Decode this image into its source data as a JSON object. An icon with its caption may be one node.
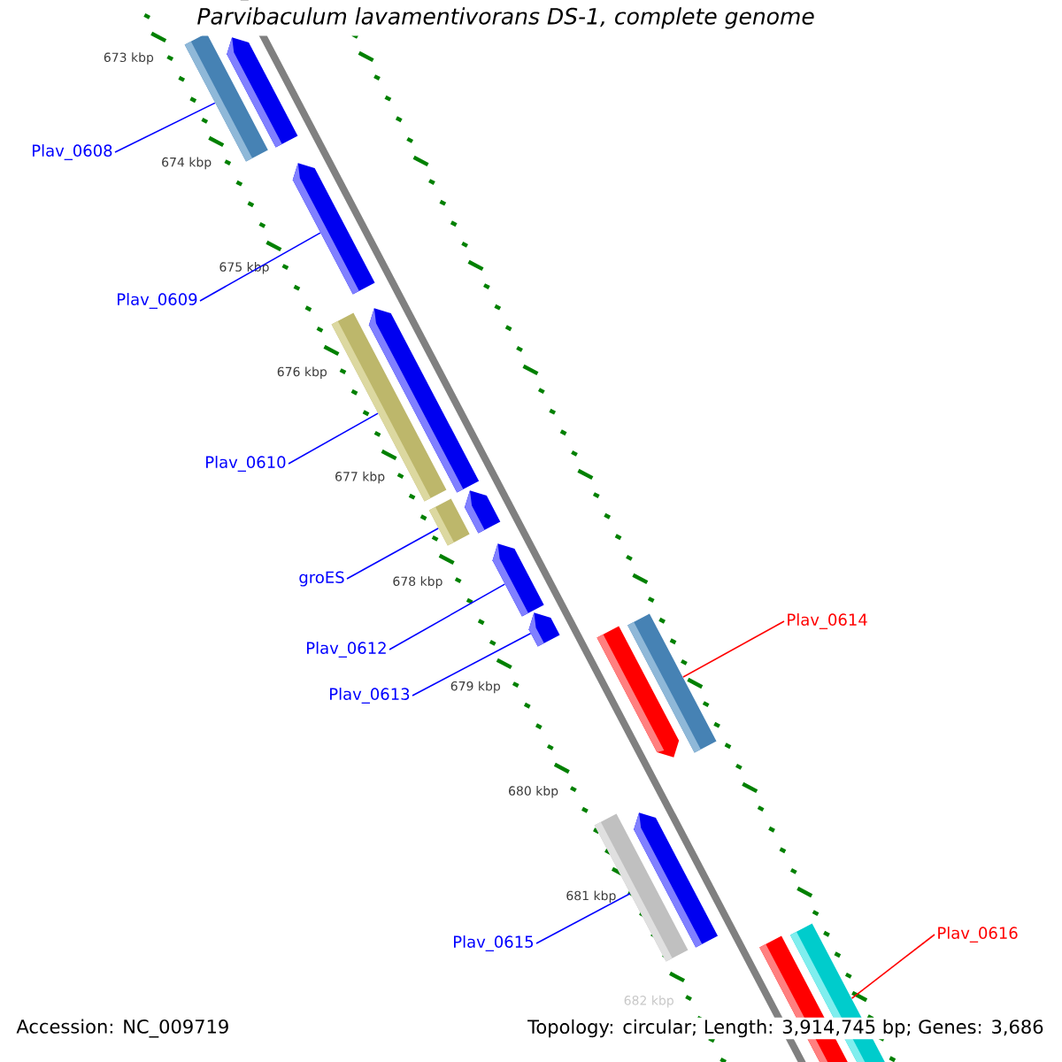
{
  "diagram": {
    "title": "Parvibaculum lavamentivorans DS-1, complete genome",
    "nodes": [
      {
        "text": [
          "Plav_0608"
        ]
      },
      {
        "text": [
          "Plav_0609"
        ]
      },
      {
        "text": [
          "Plav_0610"
        ]
      },
      {
        "text": [
          "groES"
        ]
      },
      {
        "text": [
          "Plav_0614"
        ]
      },
      {
        "text": [
          "Plav_0612"
        ]
      },
      {
        "text": [
          "Plav_0613"
        ]
      },
      {
        "text": [
          "Plav_0616"
        ]
      },
      {
        "text": [
          "Plav_0615"
        ]
      },
      {
        "text": [],
        "shape": "pentagon"
      },
      {
        "text": [],
        "shape": "bar"
      },
      {
        "text": [],
        "shape": "pentagon"
      },
      {
        "text": [],
        "shape": "pentagon"
      },
      {
        "text": [],
        "shape": "bar"
      },
      {
        "text": [],
        "shape": "pentagon"
      },
      {
        "text": [],
        "shape": "bar"
      },
      {
        "text": [],
        "shape": "pentagon"
      },
      {
        "text": [],
        "shape": "pentagon"
      },
      {
        "text": [],
        "shape": "pentagon"
      },
      {
        "text": [],
        "shape": "bar"
      },
      {
        "text": [],
        "shape": "pentagon"
      },
      {
        "text": [],
        "shape": "bar"
      },
      {
        "text": [],
        "shape": "pentagon"
      },
      {
        "text": [],
        "shape": "bar"
      }
    ],
    "edges": [
      {
        "from": 0,
        "to": 10,
        "arrow": "none"
      },
      {
        "from": 1,
        "to": 11,
        "arrow": "none"
      },
      {
        "from": 2,
        "to": 13,
        "arrow": "none"
      },
      {
        "from": 3,
        "to": 15,
        "arrow": "none"
      },
      {
        "from": 4,
        "to": 19,
        "arrow": "none",
        "color": "#ff0000"
      },
      {
        "from": 5,
        "to": 16,
        "arrow": "none"
      },
      {
        "from": 6,
        "to": 17,
        "arrow": "none"
      },
      {
        "from": 7,
        "to": 23,
        "arrow": "none",
        "color": "#ff0000"
      },
      {
        "from": 8,
        "to": 21,
        "arrow": "none"
      }
    ],
    "labels": [
      "673 kbp",
      "674 kbp",
      "675 kbp",
      "676 kbp",
      "677 kbp",
      "678 kbp",
      "679 kbp",
      "680 kbp",
      "681 kbp",
      "682 kbp",
      "Accession: NC_009719",
      "Topology: circular; Length: 3,914,745 bp; Genes: 3,686"
    ]
  }
}
